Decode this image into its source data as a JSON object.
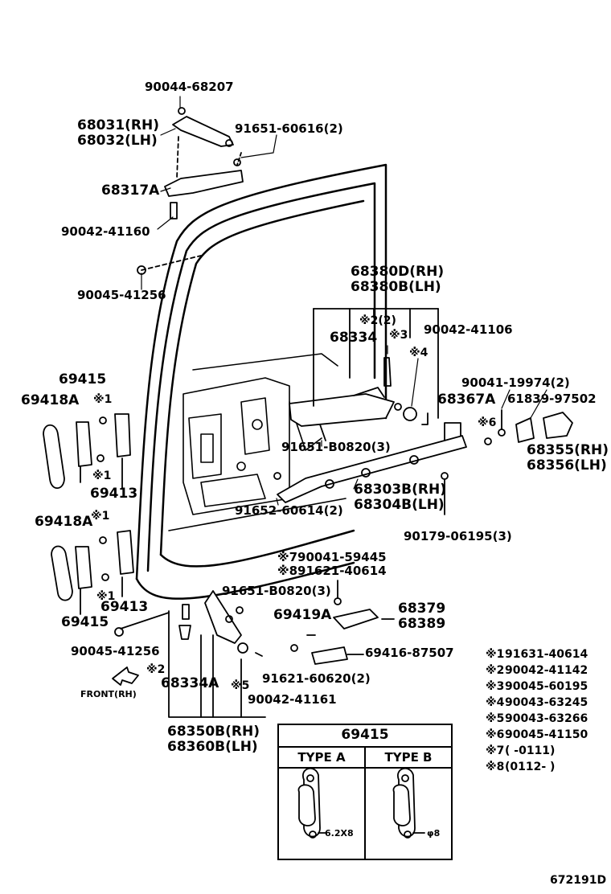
{
  "diagram": {
    "figure_number": "672191D",
    "labels": {
      "p90044_68207": "90044-68207",
      "p68031": "68031(RH)",
      "p68032": "68032(LH)",
      "p91651_60616": "91651-60616(2)",
      "p68317a": "68317A",
      "p90042_41160": "90042-41160",
      "p90045_41256_top": "90045-41256",
      "p68380d": "68380D(RH)",
      "p68380b": "68380B(LH)",
      "mark2_2": "※2(2)",
      "p68334": "68334",
      "mark3": "※3",
      "p90042_41106": "90042-41106",
      "mark4": "※4",
      "p90041_19974": "90041-19974(2)",
      "p68367a": "68367A",
      "p61839_97502": "61839-97502",
      "mark6": "※6",
      "p68355": "68355(RH)",
      "p68356": "68356(LH)",
      "p91651_b0820_a": "91651-B0820(3)",
      "p68303b": "68303B(RH)",
      "p68304b": "68304B(LH)",
      "p91652_60614": "91652-60614(2)",
      "p90179_06195": "90179-06195(3)",
      "p69415_a": "69415",
      "p69418a_a": "69418A",
      "mark1_a": "※1",
      "mark1_b": "※1",
      "p69413_a": "69413",
      "mark1_c": "※1",
      "p69418a_b": "69418A",
      "mark1_d": "※1",
      "p69413_b": "69413",
      "p69415_b": "69415",
      "mark7_90041": "※790041-59445",
      "mark8_91621": "※891621-40614",
      "p91651_b0820_b": "91651-B0820(3)",
      "p69419a": "69419A",
      "p68379": "68379",
      "p68389": "68389",
      "p90045_41256_bot": "90045-41256",
      "p69416_87507": "69416-87507",
      "mark2_b": "※2",
      "p68334a": "68334A",
      "mark5": "※5",
      "p91621_60620": "91621-60620(2)",
      "p90042_41161": "90042-41161",
      "front": "FRONT(RH)",
      "p68350b": "68350B(RH)",
      "p68360b": "68360B(LH)"
    },
    "legend": [
      {
        "mark": "※1",
        "part": "91631-40614"
      },
      {
        "mark": "※2",
        "part": "90042-41142"
      },
      {
        "mark": "※3",
        "part": "90045-60195"
      },
      {
        "mark": "※4",
        "part": "90043-63245"
      },
      {
        "mark": "※5",
        "part": "90043-63266"
      },
      {
        "mark": "※6",
        "part": "90045-41150"
      },
      {
        "mark": "※7",
        "part": "(      -0111)"
      },
      {
        "mark": "※8",
        "part": "(0112-       )"
      }
    ],
    "inset": {
      "title": "69415",
      "type_a": "TYPE A",
      "type_b": "TYPE B",
      "dim_a": "6.2X8",
      "dim_b": "φ8"
    }
  }
}
